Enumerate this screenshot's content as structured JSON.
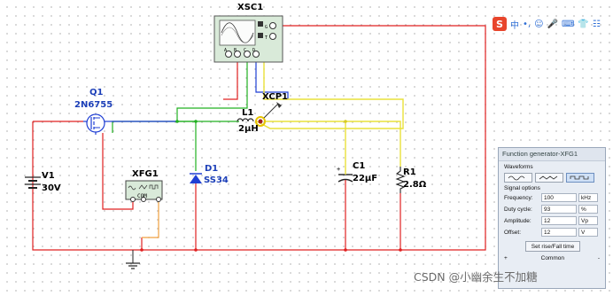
{
  "oscilloscope": {
    "ref": "XSC1",
    "terminals": [
      "A",
      "B",
      "C",
      "D",
      "G",
      "T"
    ]
  },
  "current_probe": {
    "ref": "XCP1"
  },
  "mosfet": {
    "ref": "Q1",
    "model": "2N6755"
  },
  "battery": {
    "ref": "V1",
    "value": "30V"
  },
  "function_generator_symbol": {
    "ref": "XFG1",
    "com_label": "COM"
  },
  "diode": {
    "ref": "D1",
    "model": "SS34"
  },
  "inductor": {
    "ref": "L1",
    "value": "2μH"
  },
  "capacitor": {
    "ref": "C1",
    "value": "22μF"
  },
  "resistor": {
    "ref": "R1",
    "value": "2.8Ω"
  },
  "function_generator_panel": {
    "title": "Function generator-XFG1",
    "waveforms_label": "Waveforms",
    "waveforms": [
      "sine",
      "triangle",
      "square"
    ],
    "selected_waveform": "square",
    "signal_options_label": "Signal options",
    "rows": [
      {
        "label": "Frequency:",
        "value": "100",
        "unit": "kHz"
      },
      {
        "label": "Duty cycle:",
        "value": "93",
        "unit": "%"
      },
      {
        "label": "Amplitude:",
        "value": "12",
        "unit": "Vp"
      },
      {
        "label": "Offset:",
        "value": "12",
        "unit": "V"
      }
    ],
    "set_button": "Set rise/Fall time",
    "common_label": "Common",
    "plus": "+",
    "minus": "-"
  },
  "ime_toolbar": {
    "logo": "S",
    "lang": "中"
  },
  "watermark": "CSDN @小幽余生不加糖",
  "colors": {
    "red_wire": "#e02020",
    "green_wire": "#21b021",
    "blue_wire": "#1f3fd4",
    "yellow_wire": "#e9e23a",
    "orange_wire": "#f0a040",
    "probe_ring": "#e7c400"
  }
}
